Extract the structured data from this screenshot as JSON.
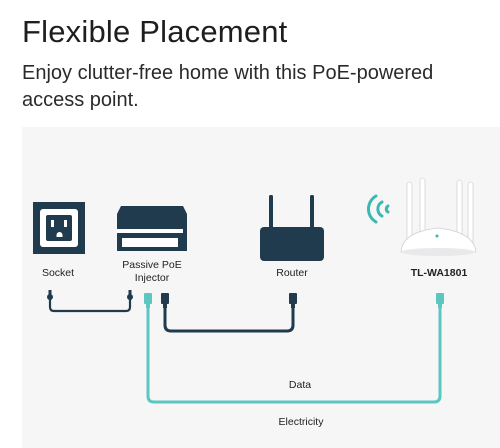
{
  "title": "Flexible Placement",
  "subtitle": "Enjoy clutter-free home with this PoE-powered access point.",
  "labels": {
    "socket": "Socket",
    "injector_line1": "Passive PoE",
    "injector_line2": "Injector",
    "router": "Router",
    "access_point": "TL-WA1801",
    "data": "Data",
    "electricity": "Electricity"
  },
  "colors": {
    "background": "#ffffff",
    "panel": "#f6f6f7",
    "device_navy": "#1f3b4d",
    "data_cable": "#1f3b4d",
    "power_cable": "#5cc6c0",
    "wifi_teal": "#3bb8b0"
  },
  "icons": [
    "socket-icon",
    "poe-injector-icon",
    "router-icon",
    "wifi-icon",
    "access-point-icon"
  ]
}
